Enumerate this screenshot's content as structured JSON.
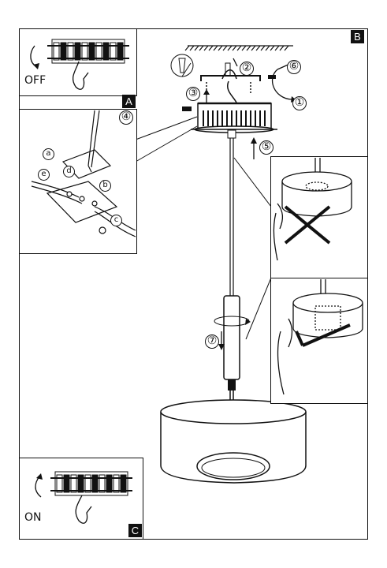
{
  "panels": {
    "main_label": "B",
    "top_left_label": "A",
    "bottom_left_label": "C"
  },
  "switch_states": {
    "off_label": "OFF",
    "on_label": "ON"
  },
  "steps": [
    "①",
    "②",
    "③",
    "④",
    "⑤",
    "⑥",
    "⑦"
  ],
  "wiring_letters": [
    "a",
    "b",
    "c",
    "d",
    "e"
  ],
  "colors": {
    "ink": "#111111",
    "background": "#ffffff"
  }
}
